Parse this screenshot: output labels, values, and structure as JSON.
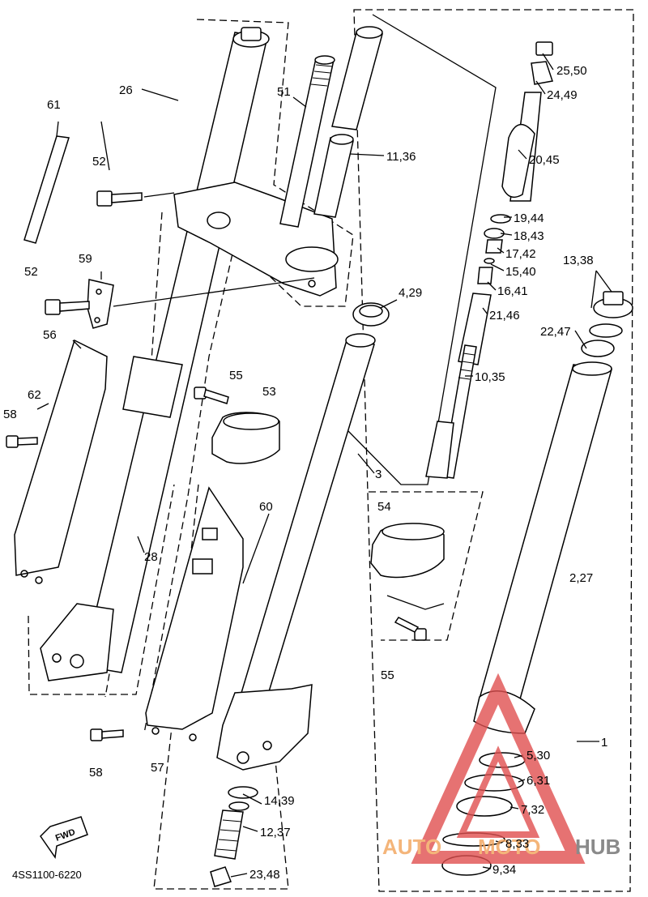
{
  "diagram": {
    "drawing_code": "4SS1100-6220",
    "direction_arrow_text": "FWD",
    "watermark": {
      "part1": "AUTO",
      "part2": "MOTO",
      "part3": "HUB",
      "color_primary": "#f2a35a",
      "color_triangle": "#e05050",
      "color_secondary": "#6e6e6e"
    },
    "callouts": [
      {
        "id": "c1",
        "text": "1"
      },
      {
        "id": "c2",
        "text": "2,27"
      },
      {
        "id": "c3",
        "text": "3"
      },
      {
        "id": "c4",
        "text": "4,29"
      },
      {
        "id": "c5",
        "text": "5,30"
      },
      {
        "id": "c6",
        "text": "6,31"
      },
      {
        "id": "c7",
        "text": "7,32"
      },
      {
        "id": "c8",
        "text": "8,33"
      },
      {
        "id": "c9",
        "text": "9,34"
      },
      {
        "id": "c10",
        "text": "10,35"
      },
      {
        "id": "c11",
        "text": "11,36"
      },
      {
        "id": "c12",
        "text": "12,37"
      },
      {
        "id": "c13",
        "text": "13,38"
      },
      {
        "id": "c14",
        "text": "14,39"
      },
      {
        "id": "c15",
        "text": "15,40"
      },
      {
        "id": "c16",
        "text": "16,41"
      },
      {
        "id": "c17",
        "text": "17,42"
      },
      {
        "id": "c18",
        "text": "18,43"
      },
      {
        "id": "c19",
        "text": "19,44"
      },
      {
        "id": "c20",
        "text": "20,45"
      },
      {
        "id": "c21",
        "text": "21,46"
      },
      {
        "id": "c22",
        "text": "22,47"
      },
      {
        "id": "c23",
        "text": "23,48"
      },
      {
        "id": "c24",
        "text": "24,49"
      },
      {
        "id": "c25",
        "text": "25,50"
      },
      {
        "id": "c26",
        "text": "26"
      },
      {
        "id": "c28",
        "text": "28"
      },
      {
        "id": "c51",
        "text": "51"
      },
      {
        "id": "c52a",
        "text": "52"
      },
      {
        "id": "c52b",
        "text": "52"
      },
      {
        "id": "c53",
        "text": "53"
      },
      {
        "id": "c54",
        "text": "54"
      },
      {
        "id": "c55a",
        "text": "55"
      },
      {
        "id": "c55b",
        "text": "55"
      },
      {
        "id": "c56",
        "text": "56"
      },
      {
        "id": "c57",
        "text": "57"
      },
      {
        "id": "c58a",
        "text": "58"
      },
      {
        "id": "c58b",
        "text": "58"
      },
      {
        "id": "c59",
        "text": "59"
      },
      {
        "id": "c60",
        "text": "60"
      },
      {
        "id": "c61",
        "text": "61"
      },
      {
        "id": "c62",
        "text": "62"
      }
    ]
  }
}
